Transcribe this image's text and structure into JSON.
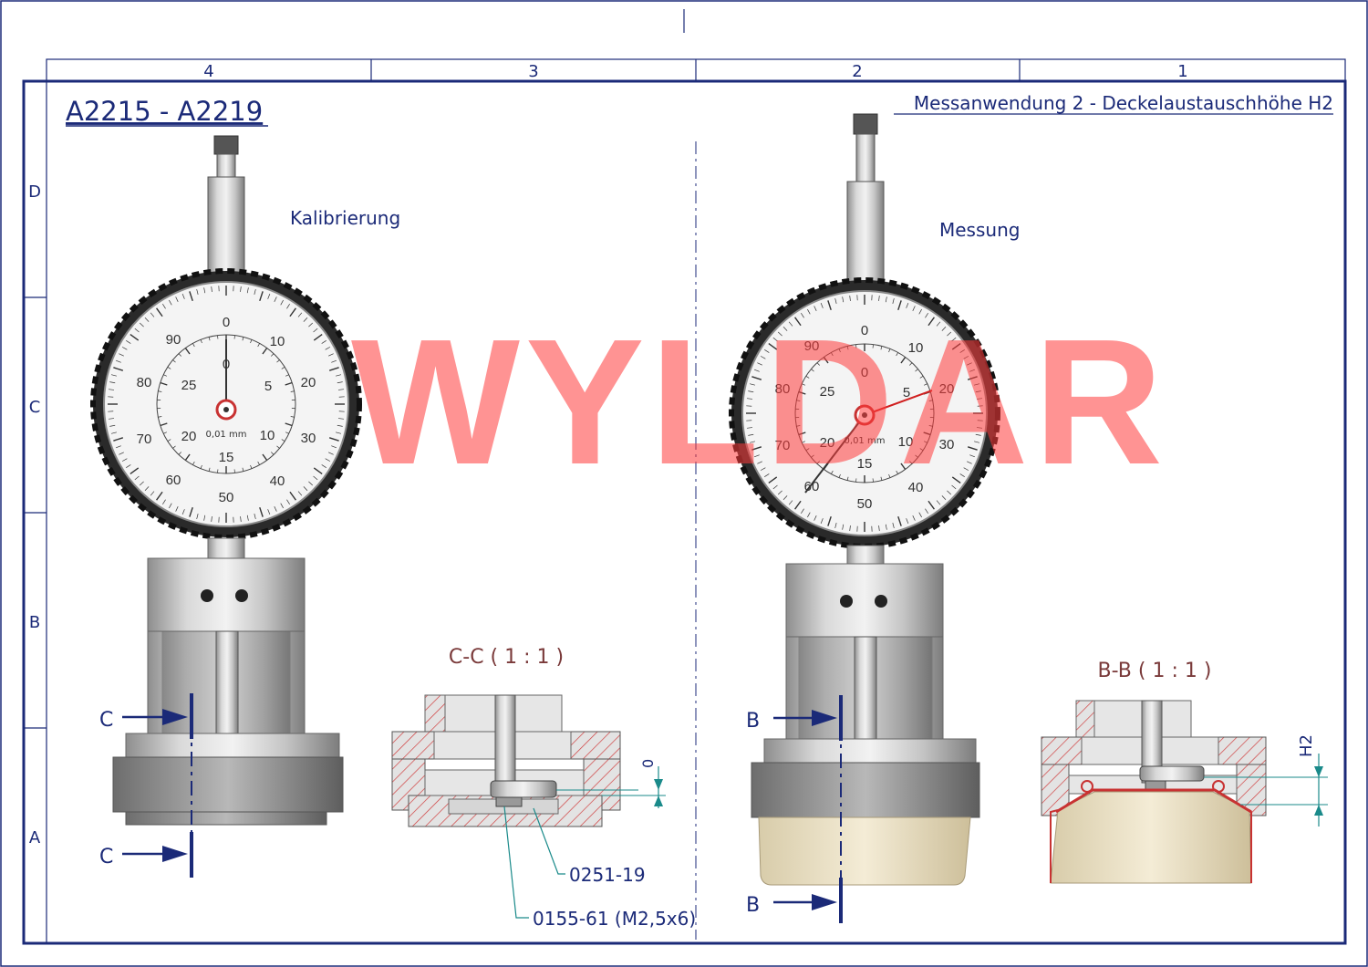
{
  "title_left": "A2215 - A2219",
  "title_right": "Messanwendung 2 - Deckelaustauschhöhe H2",
  "columns": [
    "4",
    "3",
    "2",
    "1"
  ],
  "rows": [
    "D",
    "C",
    "B",
    "A"
  ],
  "views": {
    "left_label": "Kalibrierung",
    "right_label": "Messung"
  },
  "sections": {
    "cc_title": "C-C ( 1 : 1 )",
    "bb_title": "B-B ( 1 : 1 )",
    "cc_marker": "C",
    "bb_marker": "B"
  },
  "callouts": {
    "part1": "0251-19",
    "part2": "0155-61 (M2,5x6)",
    "dim_zero": "0",
    "dim_h2": "H2"
  },
  "dial": {
    "outer_numbers": [
      "0",
      "10",
      "20",
      "30",
      "40",
      "50",
      "60",
      "70",
      "80",
      "90"
    ],
    "inner_numbers": [
      "0",
      "5",
      "10",
      "15",
      "20",
      "25"
    ],
    "unit": "0,01 mm"
  },
  "watermark": "WYLDAR",
  "colors": {
    "frame": "#1b2a78",
    "section_title": "#7a3a3a",
    "hatch": "#d04040",
    "dimension": "#1a8a8a",
    "watermark": "#ff3b3b"
  }
}
